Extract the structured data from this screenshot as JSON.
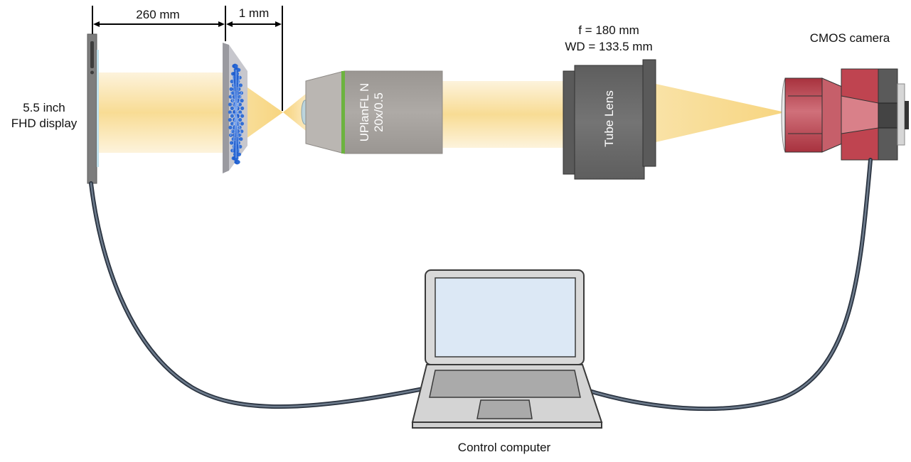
{
  "labels": {
    "dim_display_to_sample": "260 mm",
    "dim_sample_to_focus": "1 mm",
    "display_line1": "5.5 inch",
    "display_line2": "FHD display",
    "objective_line1": "UPlanFL N",
    "objective_line2": "20x/0.5",
    "tube_lens_line1": "f = 180 mm",
    "tube_lens_line2": "WD = 133.5 mm",
    "tube_lens_name": "Tube Lens",
    "camera": "CMOS camera",
    "computer": "Control computer"
  },
  "colors": {
    "beam": "#f7d98a",
    "beam_core": "#f9e3a5",
    "sample_blue": "#2a6ad6",
    "objective_body": "#a6a29f",
    "objective_ring": "#6cb33f",
    "tube_lens_body": "#6b6b6b",
    "camera_red": "#bf4450",
    "camera_dark": "#555555",
    "screen": "#dce8f5",
    "cable": "#3e4b5c"
  },
  "components": [
    {
      "name": "display",
      "icon": "display-icon"
    },
    {
      "name": "sample",
      "icon": "sample-icon"
    },
    {
      "name": "objective",
      "icon": "objective-icon"
    },
    {
      "name": "tube-lens",
      "icon": "tube-lens-icon"
    },
    {
      "name": "cmos-camera",
      "icon": "camera-icon"
    },
    {
      "name": "control-computer",
      "icon": "laptop-icon"
    }
  ]
}
